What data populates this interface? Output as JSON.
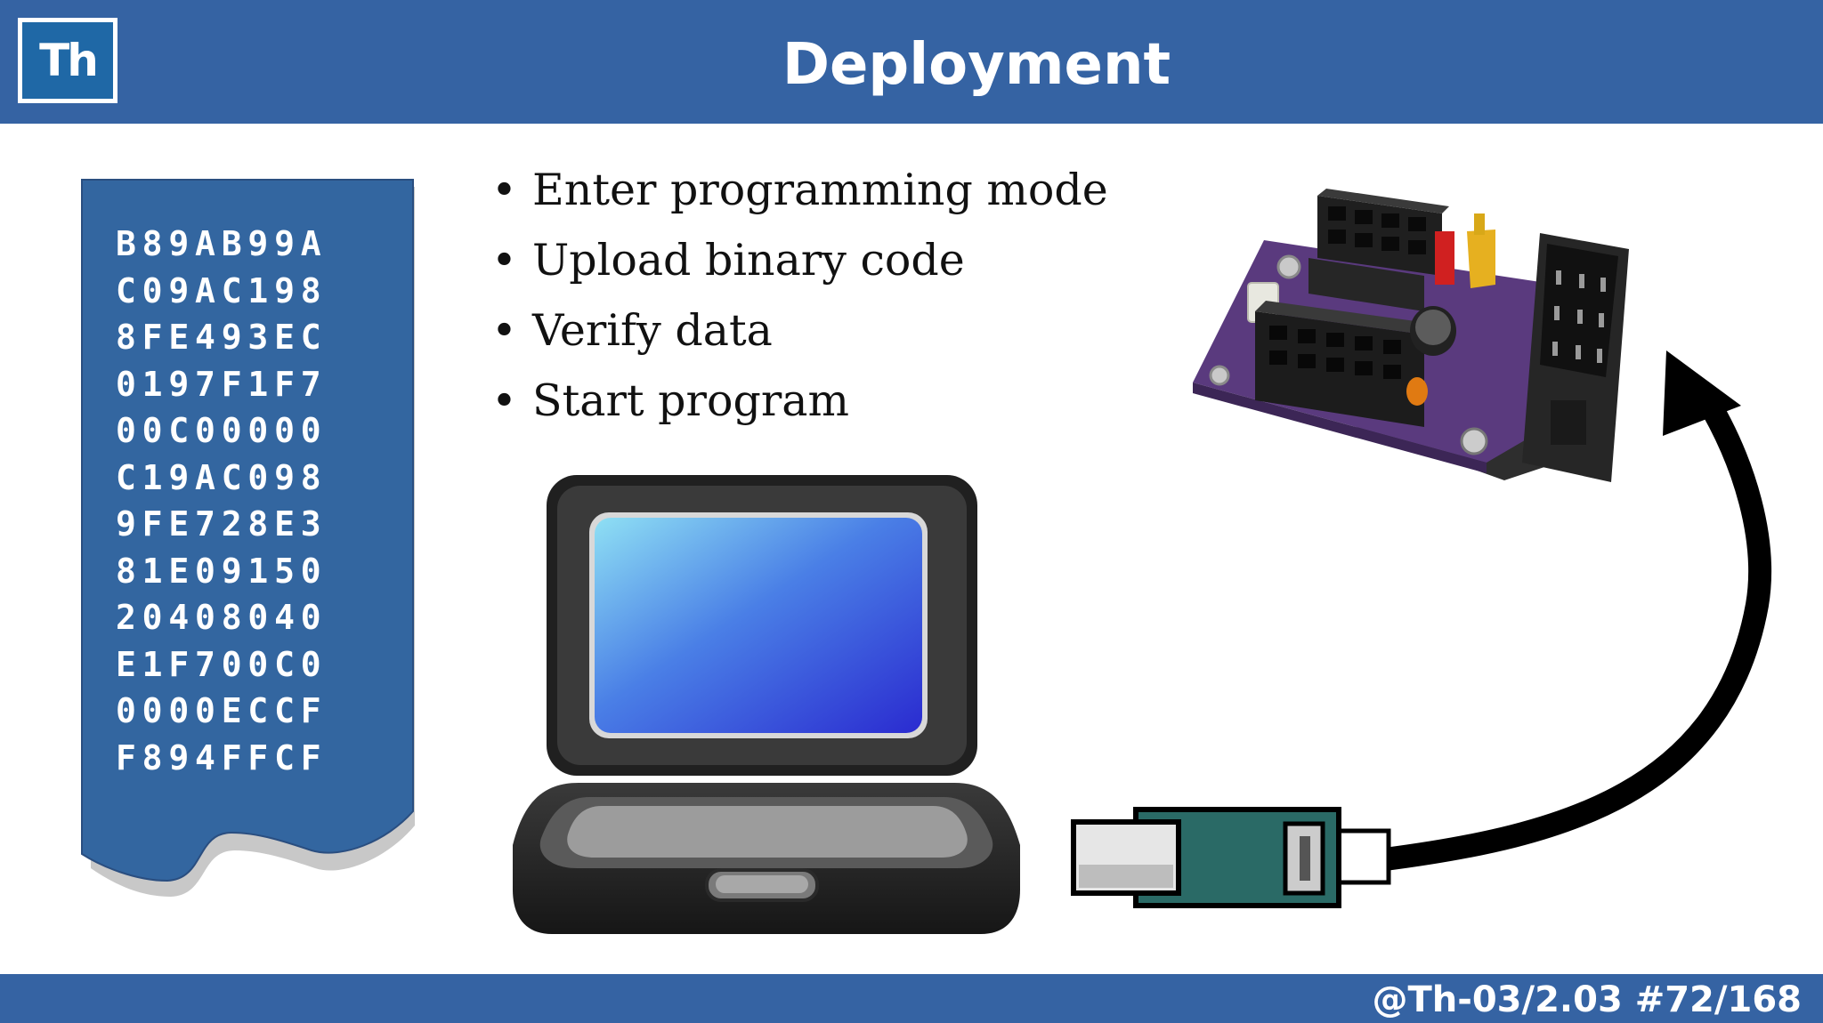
{
  "header": {
    "logo_text": "Th",
    "title": "Deployment"
  },
  "hex_document": {
    "lines": [
      "B89AB99A",
      "C09AC198",
      "8FE493EC",
      "0197F1F7",
      "00C00000",
      "C19AC098",
      "9FE728E3",
      "81E09150",
      "20408040",
      "E1F700C0",
      "0000ECCF",
      "F894FFCF"
    ]
  },
  "steps": [
    "Enter programming mode",
    "Upload binary code",
    "Verify data",
    "Start program"
  ],
  "illustrations": {
    "laptop": "laptop-icon",
    "board": "programmer-board-icon",
    "usb": "usb-plug-icon",
    "arrow": "arrow-up-icon"
  },
  "colors": {
    "brand_blue": "#3563a3",
    "document_blue": "#3366a0"
  },
  "footer": {
    "slide_ref": "@Th-03/2.03 #72/168"
  }
}
